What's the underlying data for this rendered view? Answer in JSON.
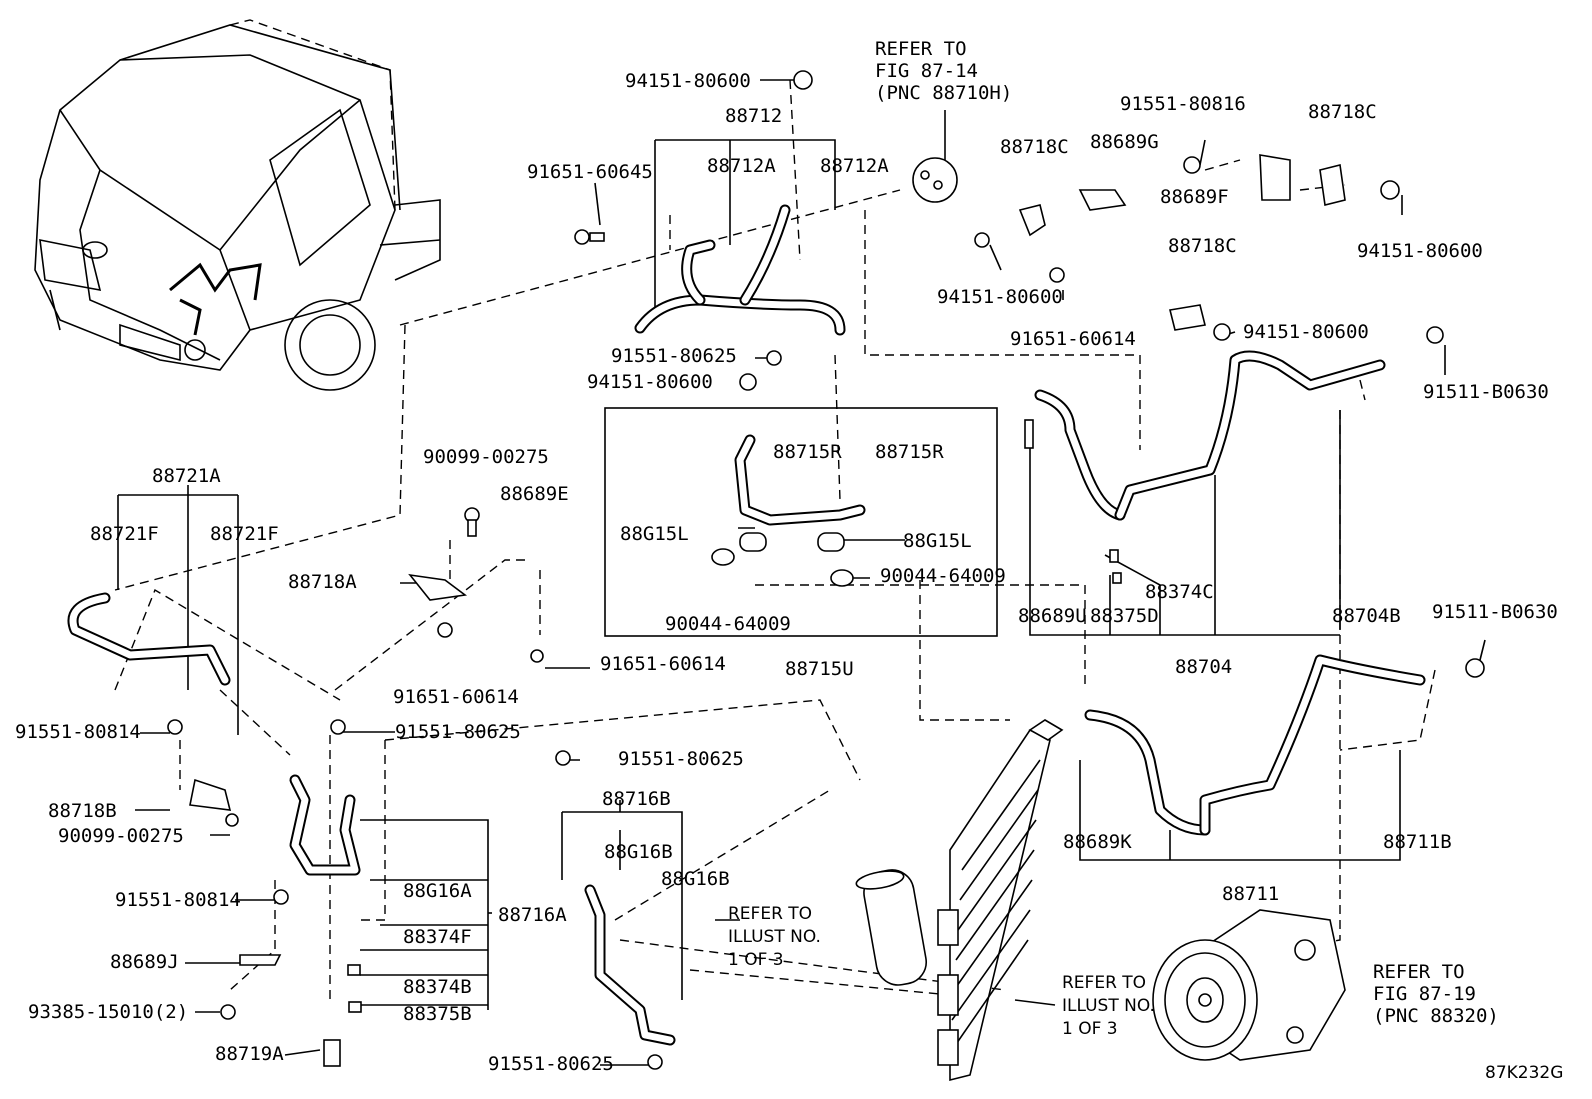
{
  "diagram": {
    "figure_code": "87K232G",
    "labels": {
      "p94151_80600_top": "94151-80600",
      "p88712": "88712",
      "p88712A_l": "88712A",
      "p88712A_r": "88712A",
      "p91651_60645": "91651-60645",
      "refer_fig8714_1": "REFER TO",
      "refer_fig8714_2": "FIG 87-14",
      "refer_fig8714_3": "(PNC 88710H)",
      "p91551_80816": "91551-80816",
      "p88718C_a": "88718C",
      "p88718C_b": "88718C",
      "p88689G": "88689G",
      "p88689F": "88689F",
      "p88718C_c": "88718C",
      "p94151_80600_r1": "94151-80600",
      "p94151_80600_r2": "94151-80600",
      "p94151_80600_r3": "94151-80600",
      "p91651_60614_r": "91651-60614",
      "p91511_B0630_a": "91511-B0630",
      "p91551_80625_mid": "91551-80625",
      "p94151_80600_mid": "94151-80600",
      "p88715R_l": "88715R",
      "p88715R_r": "88715R",
      "p88G15L_l": "88G15L",
      "p88G15L_r": "88G15L",
      "p90044_64009_r": "90044-64009",
      "p90044_64009_l": "90044-64009",
      "p88715U": "88715U",
      "p88374C": "88374C",
      "p88689U": "88689U",
      "p88375D": "88375D",
      "p88704B": "88704B",
      "p88704": "88704",
      "p91511_B0630_b": "91511-B0630",
      "p90099_00275_top": "90099-00275",
      "p88689E": "88689E",
      "p88718A": "88718A",
      "p91651_60614_mid": "91651-60614",
      "p91651_60614_l": "91651-60614",
      "p88721A": "88721A",
      "p88721F_l": "88721F",
      "p88721F_r": "88721F",
      "p91551_80814_a": "91551-80814",
      "p88718B": "88718B",
      "p90099_00275_b": "90099-00275",
      "p91551_80625_b": "91551-80625",
      "p88G16A": "88G16A",
      "p88374F": "88374F",
      "p88716A": "88716A",
      "p91551_80814_b": "91551-80814",
      "p88689J": "88689J",
      "p88374B": "88374B",
      "p93385_15010": "93385-15010(2)",
      "p88375B": "88375B",
      "p88719A": "88719A",
      "p91551_80625_c": "91551-80625",
      "p88716B": "88716B",
      "p88G16B_a": "88G16B",
      "p88G16B_b": "88G16B",
      "refer_illust_a1": "REFER TO",
      "refer_illust_a2": "ILLUST NO.",
      "refer_illust_a3": "1 OF 3",
      "p91551_80625_d": "91551-80625",
      "refer_illust_b1": "REFER TO",
      "refer_illust_b2": "ILLUST NO.",
      "refer_illust_b3": "1 OF 3",
      "p88689K": "88689K",
      "p88711B": "88711B",
      "p88711": "88711",
      "refer_fig8719_1": "REFER TO",
      "refer_fig8719_2": "FIG 87-19",
      "refer_fig8719_3": "(PNC 88320)"
    }
  }
}
